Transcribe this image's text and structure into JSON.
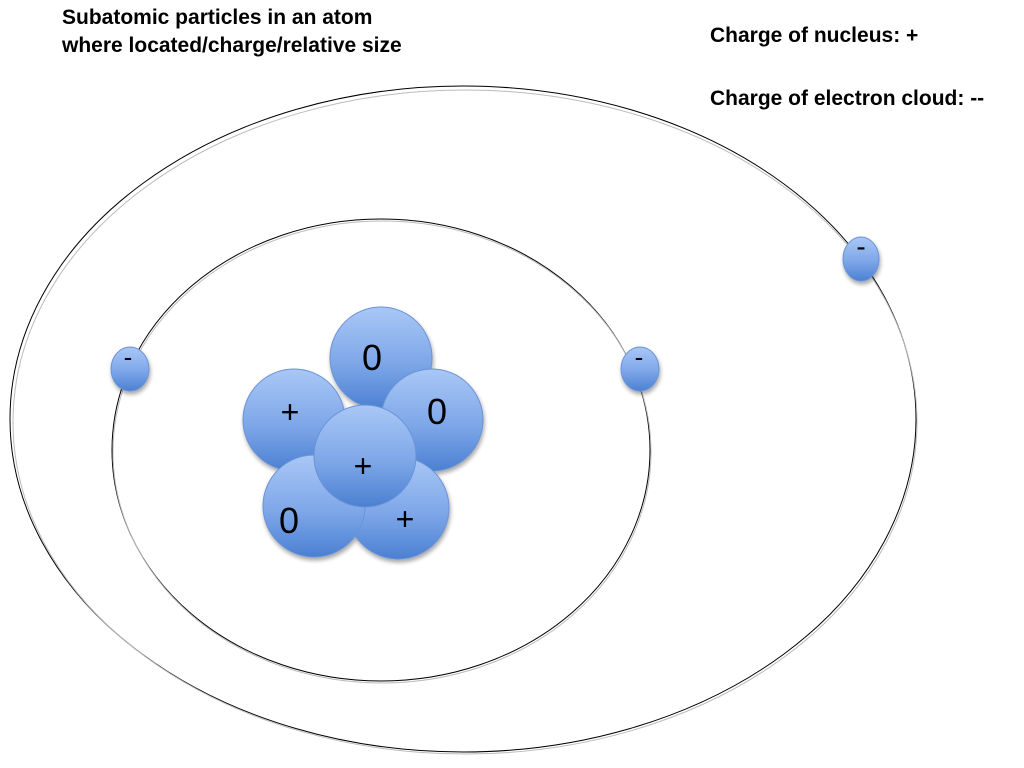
{
  "title": {
    "line1": "Subatomic particles in an atom",
    "line2": "where located/charge/relative size"
  },
  "labels": {
    "nucleus_charge": "Charge of nucleus:  +",
    "cloud_charge": "Charge of electron cloud:  --"
  },
  "particles": {
    "neutron_symbol": "0",
    "proton_symbol": "+",
    "electron_symbol": "-"
  },
  "colors": {
    "particle_light": "#a8c6f5",
    "particle_dark": "#4a7fd0",
    "particle_edge": "#3a6bbd",
    "orbit_line": "#000000"
  }
}
